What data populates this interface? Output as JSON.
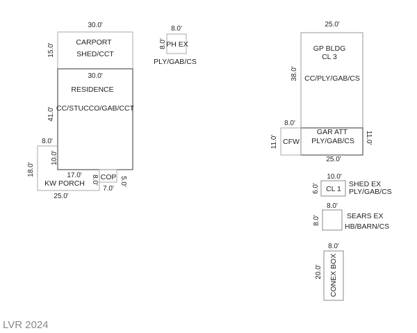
{
  "structures": {
    "carport": {
      "name": "CARPORT",
      "type": "SHED/CCT",
      "width": "30.0'",
      "depth": "15.0'"
    },
    "residence": {
      "name": "RESIDENCE",
      "construction": "CC/STUCCO/GAB/CCT",
      "width": "30.0'",
      "depth": "41.0'"
    },
    "kw_porch": {
      "name": "KW PORCH",
      "offset": "8.0'",
      "inner_depth": "10.0'",
      "depth": "18.0'",
      "inner_width": "17.0'",
      "width": "25.0'"
    },
    "cop": {
      "name": "COP",
      "depth": "8.0'",
      "depth_right": "5.0'",
      "width": "7.0'"
    },
    "ph_ex": {
      "name": "PH EX",
      "width": "8.0'",
      "depth": "8.0'",
      "construction": "PLY/GAB/CS"
    },
    "gp_bldg": {
      "name": "GP BLDG",
      "class": "CL 3",
      "construction": "CC/PLY/GAB/CS",
      "width": "25.0'",
      "depth": "38.0'"
    },
    "gar_att": {
      "name": "GAR ATT",
      "construction": "PLY/GAB/CS",
      "width": "25.0'",
      "depth": "11.0'"
    },
    "cfw": {
      "name": "CFW",
      "width": "8.0'",
      "depth": "11.0'"
    },
    "shed_ex": {
      "name": "SHED EX",
      "class": "CL 1",
      "construction": "PLY/GAB/CS",
      "width": "10.0'",
      "depth": "6.0'"
    },
    "sears_ex": {
      "name": "SEARS EX",
      "construction": "HB/BARN/CS",
      "width": "8.0'",
      "depth": "8.0'"
    },
    "conex_box": {
      "name": "CONEX BOX",
      "width": "8.0'",
      "depth": "20.0'"
    }
  },
  "watermark": "LVR 2024",
  "colors": {
    "line_dark": "#555555",
    "line_light": "#aaaaaa",
    "text": "#222222",
    "watermark": "#888888"
  }
}
